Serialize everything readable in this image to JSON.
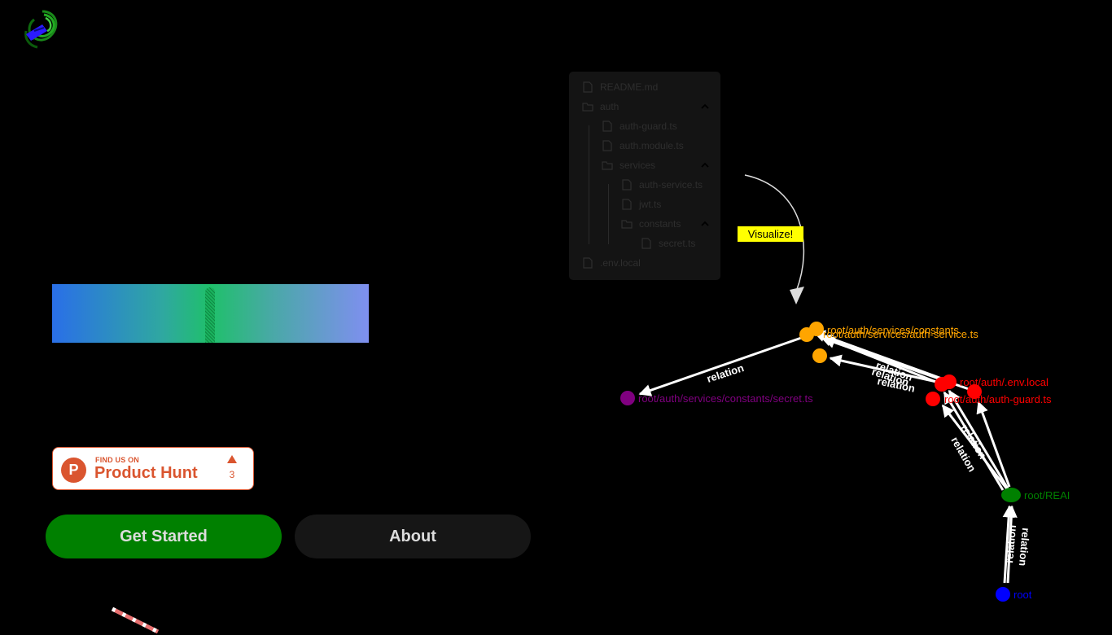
{
  "brand": {
    "logo_icon": "spiral-logo-icon"
  },
  "producthunt": {
    "find_us": "FIND US ON",
    "name": "Product Hunt",
    "votes": "3",
    "icon": "P"
  },
  "buttons": {
    "get_started": "Get Started",
    "about": "About"
  },
  "file_tree": {
    "items": [
      {
        "label": "README.md",
        "type": "file"
      },
      {
        "label": "auth",
        "type": "folder"
      },
      {
        "label": "auth-guard.ts",
        "type": "file"
      },
      {
        "label": "auth.module.ts",
        "type": "file"
      },
      {
        "label": "services",
        "type": "folder"
      },
      {
        "label": "auth-service.ts",
        "type": "file"
      },
      {
        "label": "jwt.ts",
        "type": "file"
      },
      {
        "label": "constants",
        "type": "folder"
      },
      {
        "label": "secret.ts",
        "type": "file"
      },
      {
        "label": ".env.local",
        "type": "file"
      }
    ]
  },
  "visualize_label": "Visualize!",
  "graph": {
    "nodes": [
      {
        "id": "constants",
        "label": "root/auth/services/constants",
        "color": "#ffa500"
      },
      {
        "id": "authservice",
        "label": "root/auth/services/auth-service.ts",
        "color": "#ffa500"
      },
      {
        "id": "secret",
        "label": "root/auth/services/constants/secret.ts",
        "color": "#800080"
      },
      {
        "id": "envlocal",
        "label": "root/auth/.env.local",
        "color": "#ff0000"
      },
      {
        "id": "authguard",
        "label": "root/auth/auth-guard.ts",
        "color": "#ff0000"
      },
      {
        "id": "reai",
        "label": "root/REAI",
        "color": "#008000"
      },
      {
        "id": "root",
        "label": "root",
        "color": "#0000ff"
      }
    ],
    "edge_label": "relation"
  },
  "colors": {
    "accent_green": "#008000",
    "highlight": "#ffff00",
    "ph_orange": "#da552f"
  }
}
